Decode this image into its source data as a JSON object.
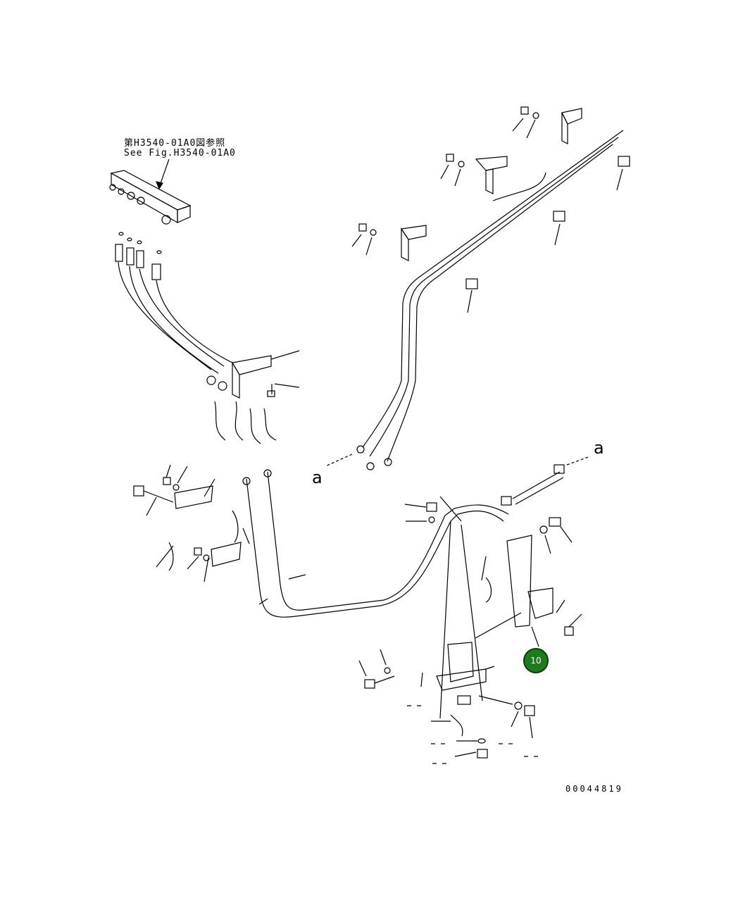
{
  "reference": {
    "jp": "第H3540-01A0図参照",
    "en": "See Fig.H3540-01A0"
  },
  "markers": [
    "a",
    "a"
  ],
  "callout": {
    "number": "10",
    "color": "#1f7a1f"
  },
  "figure_number": "00044819"
}
